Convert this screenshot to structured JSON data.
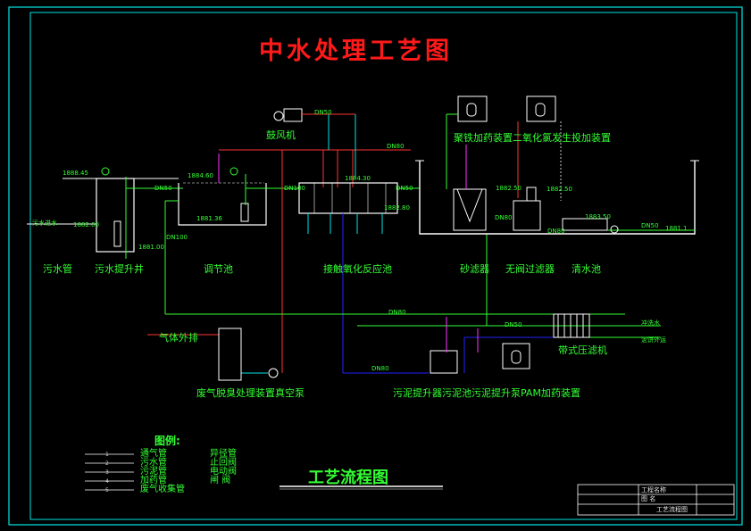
{
  "title": "中水处理工艺图",
  "flow_title": "工艺流程图",
  "units": {
    "sewage_pipe": "污水管",
    "lift_well": "污水提升井",
    "regulating_tank": "调节池",
    "blower": "鼓风机",
    "contact_oxidation": "接触氧化反应池",
    "sand_filter": "砂滤器",
    "valveless_filter": "无阀过滤器",
    "clear_tank": "清水池",
    "dosing_devices": "聚铁加药装置二氧化氯发生投加装置",
    "gas_exhaust": "气体外排",
    "deodorizer": "废气脱臭处理装置真空泵",
    "sludge": "污泥提升器污泥池污泥提升泵PAM加药装置",
    "belt_press": "带式压滤机",
    "inflow": "污水进水"
  },
  "elevations": {
    "e1": "1888.45",
    "e2": "1882.00",
    "e3": "1884.60",
    "e4": "1881.36",
    "e5": "1884.30",
    "e6": "1882.80",
    "e7": "1882.50",
    "e8": "1882.50",
    "e9": "1883.50",
    "e10": "1881.1",
    "e11": "1881.00"
  },
  "pipe_tags": {
    "t1": "DN50",
    "t2": "DN80",
    "t3": "DN50",
    "t4": "DN100",
    "t5": "DN50",
    "t6": "DN80",
    "t7": "DN80",
    "t8": "DN50",
    "t9": "DN100",
    "t10": "DN80",
    "t11": "DN80",
    "t12": "DN50"
  },
  "outlet_labels": {
    "reuse": "冲洗水",
    "outlet": "泥饼外运"
  },
  "legend": {
    "heading": "图例:",
    "items": [
      {
        "num": "1",
        "name": "通气管",
        "sym": "",
        "name2": "异径管"
      },
      {
        "num": "2",
        "name": "污水管",
        "sym": "",
        "name2": "止回阀"
      },
      {
        "num": "3",
        "name": "污泥管",
        "sym": "",
        "name2": "电动阀"
      },
      {
        "num": "4",
        "name": "加药管",
        "sym": "",
        "name2": "闸 阀"
      },
      {
        "num": "5",
        "name": "废气收集管",
        "sym": "",
        "name2": ""
      }
    ]
  },
  "title_block": {
    "row1": "工程名称",
    "row2": "图 名",
    "drawing_name": "工艺流程图"
  },
  "colors": {
    "border": "#00e5e5",
    "title": "#ff1a1a",
    "text": "#33ff33",
    "air_pipe": "#ff3333",
    "sewage_pipe": "#33ff33",
    "sludge_pipe": "#2222ff",
    "dosing_pipe": "#ff33ff",
    "gas_pipe": "#00e5e5",
    "equipment": "#ffffff"
  }
}
